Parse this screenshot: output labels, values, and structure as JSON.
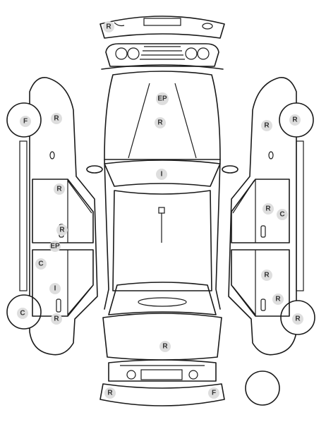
{
  "markers": [
    {
      "code": "R"
    },
    {
      "code": "EP"
    },
    {
      "code": "R"
    },
    {
      "code": "I"
    },
    {
      "code": "R"
    },
    {
      "code": "F"
    },
    {
      "code": "R"
    },
    {
      "code": "R"
    },
    {
      "code": "R"
    },
    {
      "code": "EP"
    },
    {
      "code": "C"
    },
    {
      "code": "I"
    },
    {
      "code": "C"
    },
    {
      "code": "R"
    },
    {
      "code": "R"
    },
    {
      "code": "R"
    },
    {
      "code": "R"
    },
    {
      "code": "C"
    },
    {
      "code": "R"
    },
    {
      "code": "R"
    },
    {
      "code": "R"
    },
    {
      "code": "R"
    },
    {
      "code": "F"
    }
  ]
}
